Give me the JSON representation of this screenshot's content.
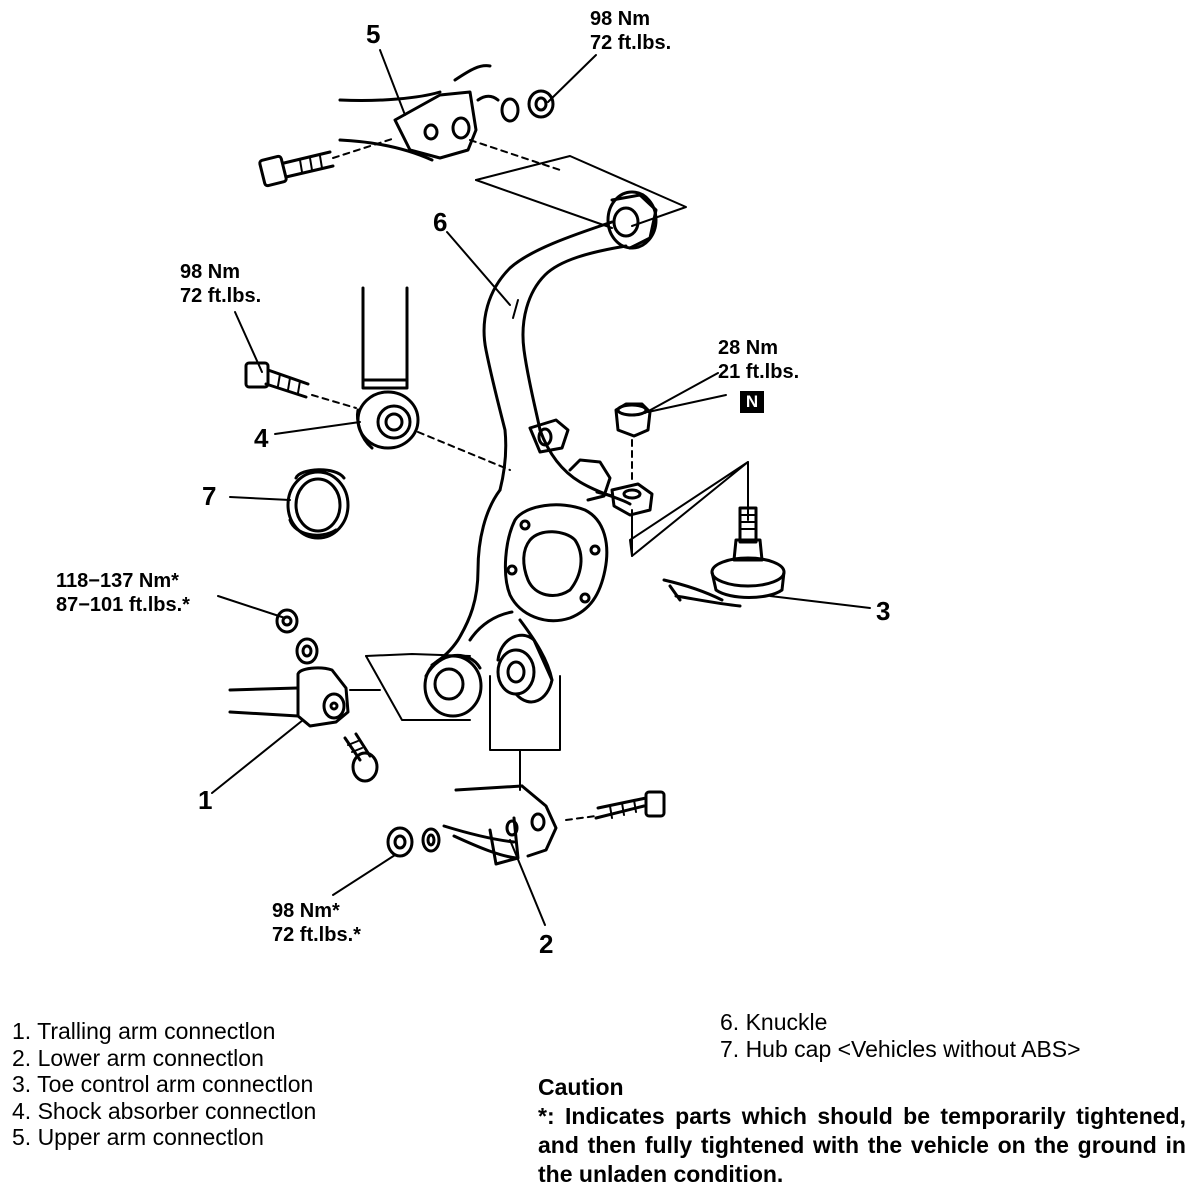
{
  "callouts": {
    "c1": "1",
    "c2": "2",
    "c3": "3",
    "c4": "4",
    "c5": "5",
    "c6": "6",
    "c7": "7"
  },
  "torques": {
    "upper_arm": {
      "nm": "98 Nm",
      "ftlbs": "72 ft.lbs."
    },
    "shock": {
      "nm": "98 Nm",
      "ftlbs": "72 ft.lbs."
    },
    "toe_control": {
      "nm": "28 Nm",
      "ftlbs": "21 ft.lbs."
    },
    "trailing_arm": {
      "nm": "118−137 Nm*",
      "ftlbs": "87−101 ft.lbs.*"
    },
    "lower_arm": {
      "nm": "98 Nm*",
      "ftlbs": "72 ft.lbs.*"
    }
  },
  "new_part_marker": "N",
  "legend_left": [
    "1. Tralling arm connectlon",
    "2. Lower arm connectlon",
    "3. Toe control arm connectlon",
    "4. Shock absorber connectlon",
    "5. Upper arm connectlon"
  ],
  "legend_right": [
    "6. Knuckle",
    "7. Hub cap <Vehicles without ABS>"
  ],
  "caution": {
    "title": "Caution",
    "text": "*: Indicates parts which should be temporarily tightened, and then fully tightened with the vehicle on the ground in the unladen condition."
  }
}
